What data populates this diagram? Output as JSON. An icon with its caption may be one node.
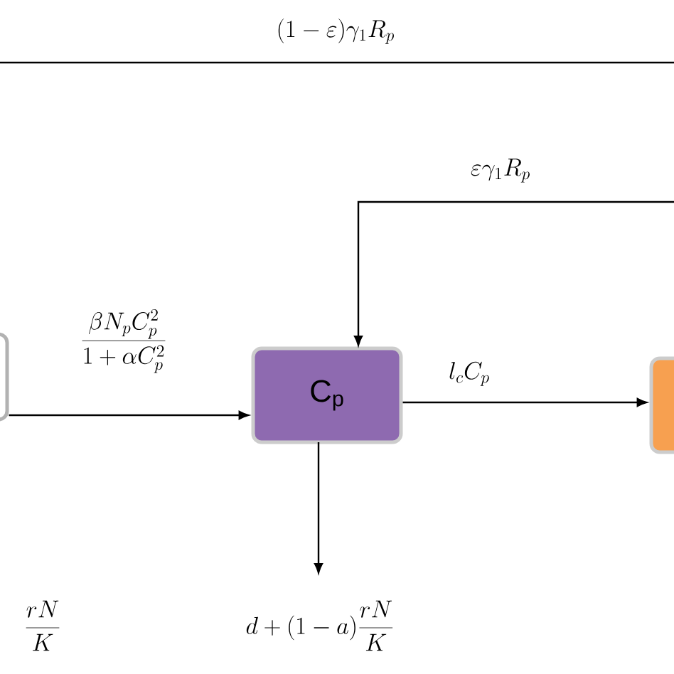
{
  "diagram": {
    "nodes": [
      {
        "text": [],
        "shape": "box"
      },
      {
        "text": [
          "C$_{p}$"
        ]
      },
      {
        "text": [],
        "shape": "box"
      }
    ],
    "edges": [
      {
        "from": 2,
        "to": 0,
        "arrow": "none",
        "label": "(1-\\varepsilon)\\gamma_1 R_p"
      },
      {
        "from": 2,
        "to": 1,
        "arrow": "to",
        "label": "\\varepsilon\\gamma_1 R_p"
      },
      {
        "from": 0,
        "to": 1,
        "arrow": "to",
        "label": "\\frac{\\beta N_p C_p^2}{1+\\alpha C_p^2}"
      },
      {
        "from": 1,
        "to": 2,
        "arrow": "to",
        "label": "l_c C_p"
      },
      {
        "from": 1,
        "to": null,
        "arrow": "to",
        "label": "d+(1-a)\\frac{rN}{K}"
      }
    ],
    "labels": [
      "\\frac{rN}{K}"
    ]
  }
}
